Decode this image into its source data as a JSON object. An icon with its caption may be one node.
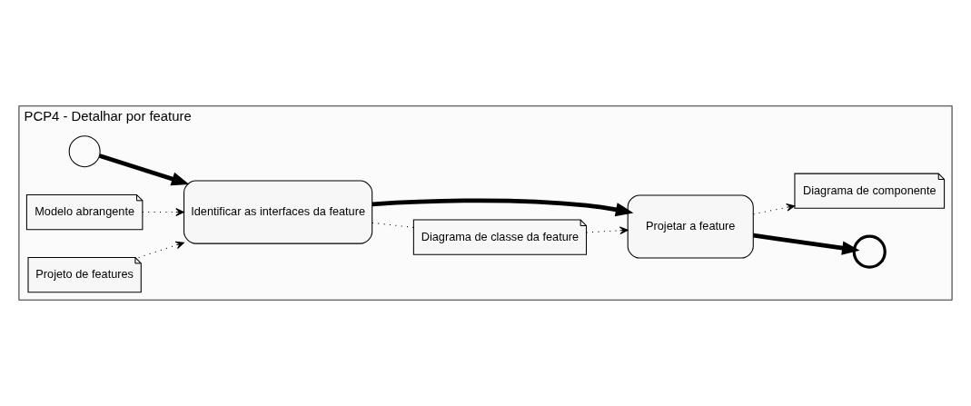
{
  "diagram": {
    "nodes": [
      {
        "text": [
          "PCP4 - Detalhar por feature"
        ]
      },
      {
        "text": [],
        "shape": "circle",
        "in": 0
      },
      {
        "text": [
          "Modelo abrangente"
        ],
        "in": 0
      },
      {
        "text": [
          "Diagrama de classe da feature"
        ],
        "in": 0
      },
      {
        "text": [
          "Identificar as interfaces da feature"
        ],
        "in": 0
      },
      {
        "text": [
          "Projetar a feature"
        ],
        "in": 0
      },
      {
        "text": [],
        "shape": "circle",
        "in": 0
      },
      {
        "text": [
          "Projeto de features"
        ],
        "in": 0
      },
      {
        "text": [
          "Diagrama de componente"
        ],
        "in": 0
      }
    ],
    "edges": [
      {
        "from": 1,
        "to": 4,
        "arrow": "to",
        "style": "thick"
      },
      {
        "from": 2,
        "to": 4,
        "arrow": "to",
        "style": "dashed"
      },
      {
        "from": 7,
        "to": 4,
        "arrow": "to",
        "style": "dashed"
      },
      {
        "from": 4,
        "to": 3,
        "arrow": "none",
        "style": "dashed"
      },
      {
        "from": 4,
        "to": 5,
        "arrow": "to",
        "style": "thick"
      },
      {
        "from": 3,
        "to": 5,
        "arrow": "to",
        "style": "dashed"
      },
      {
        "from": 5,
        "to": 6,
        "arrow": "to",
        "style": "thick"
      },
      {
        "from": 5,
        "to": 8,
        "arrow": "to",
        "style": "dashed"
      }
    ]
  }
}
